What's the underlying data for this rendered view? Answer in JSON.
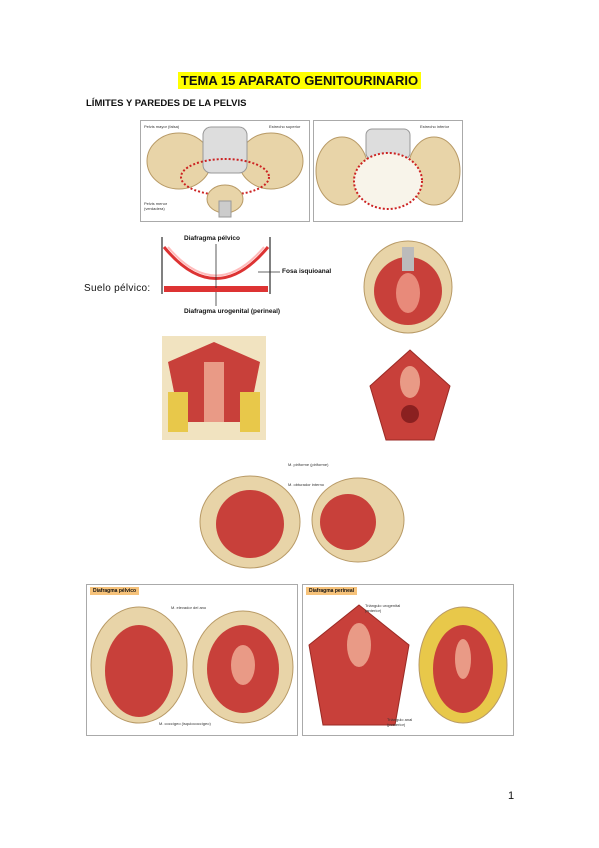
{
  "title": "TEMA 15 APARATO GENITOURINARIO",
  "section": "LÍMITES Y PAREDES DE LA PELVIS",
  "suelo_label": "Suelo pélvico:",
  "page_number": "1",
  "fig1": {
    "pelvis_mayor": "Pelvis mayor (falsa)",
    "estrecho_superior": "Estrecho superior",
    "pelvis_menor": "Pelvis menor (verdadera)",
    "estrecho_inferior": "Estrecho inferior"
  },
  "diagram": {
    "diafragma_pelvico": "Diafragma pélvico",
    "fosa_isquioanal": "Fosa isquioanal",
    "diafragma_uro": "Diafragma urogenital (perineal)"
  },
  "fig_piriforme": {
    "m_piriforme": "M. piriforme (piriforme)",
    "m_obturador": "M. obturador interno"
  },
  "bottom_left": {
    "heading": "Diafragma pélvico",
    "elevador": "M. elevador del ano",
    "coccigeo": "M. coccígeo (isquiococcígeo)"
  },
  "bottom_right": {
    "heading": "Diafragma perineal",
    "triangulo_uro": "Triángulo urogenital (anterior)",
    "triangulo_anal": "Triángulo anal (posterior)"
  }
}
